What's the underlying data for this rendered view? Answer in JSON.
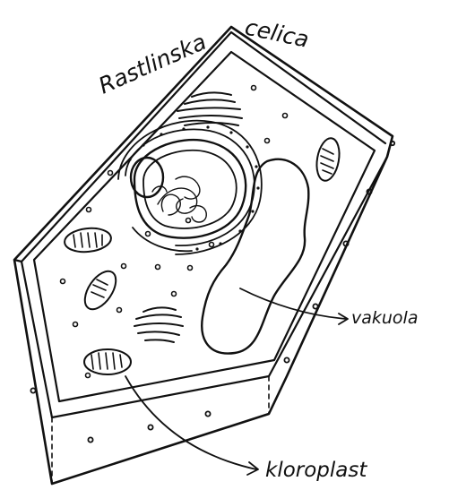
{
  "title": "Rastlinska celica",
  "labels": {
    "vacuole": "vakuola",
    "chloroplast": "kloroplast"
  },
  "colors": {
    "ink": "#111111",
    "background": "#ffffff"
  }
}
